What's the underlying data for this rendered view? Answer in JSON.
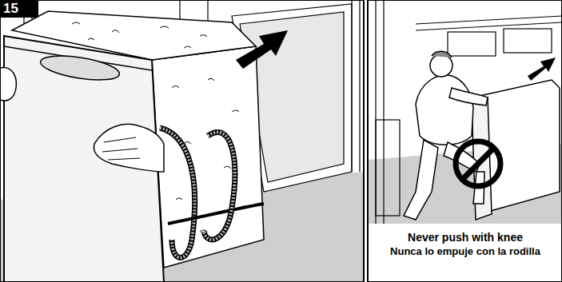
{
  "diagram": {
    "labels": [
      "15",
      "Never push with knee",
      "Nunca lo empuje con la rodilla"
    ]
  }
}
